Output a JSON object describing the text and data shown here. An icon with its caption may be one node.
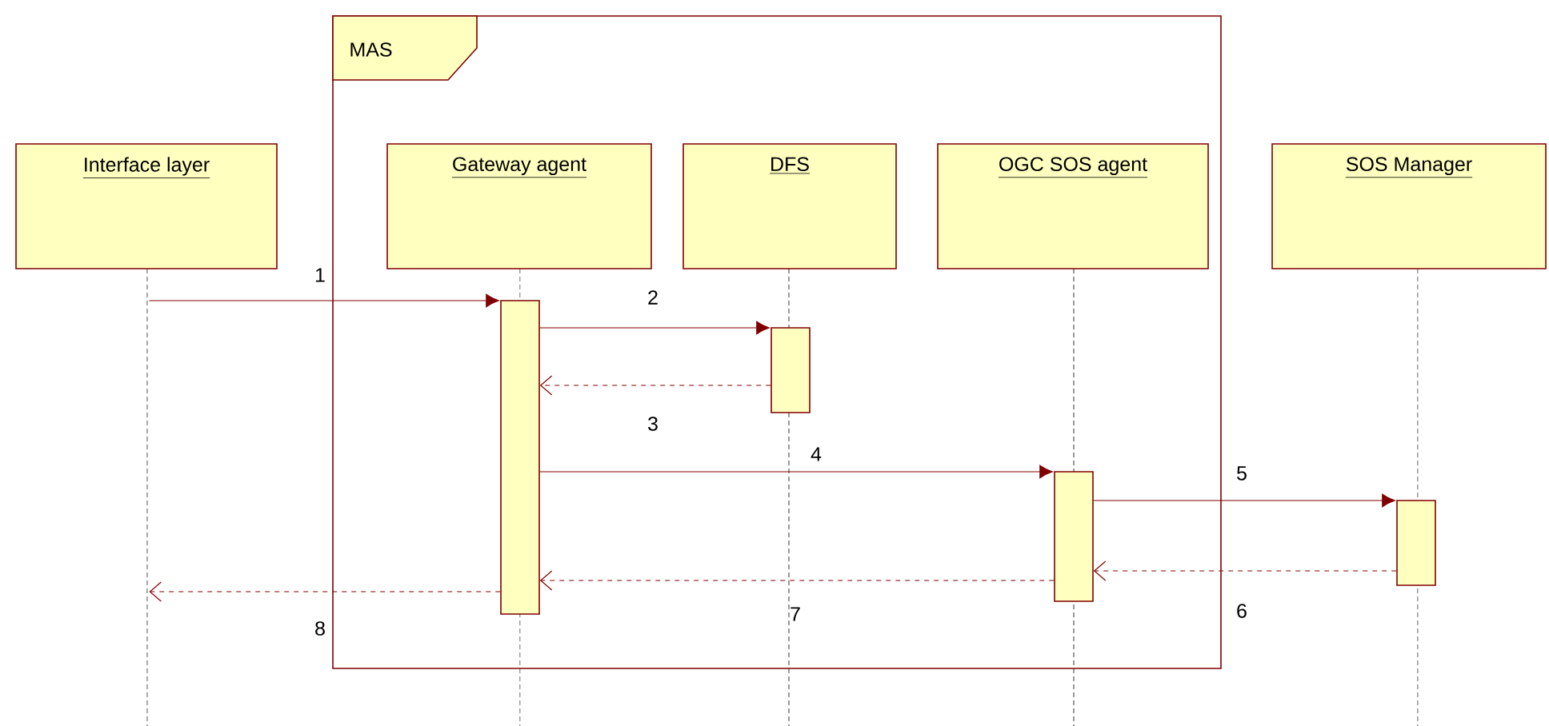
{
  "diagram": {
    "nodes": [
      {
        "text": [
          "MAS"
        ]
      },
      {
        "text": [
          "Interface layer"
        ]
      },
      {
        "text": [
          "Gateway agent"
        ],
        "in": 0
      },
      {
        "text": [
          "DFS"
        ],
        "in": 0
      },
      {
        "text": [
          "OGC SOS agent"
        ],
        "in": 0
      },
      {
        "text": [
          "SOS Manager"
        ]
      },
      {
        "text": [],
        "shape": "bar",
        "in": 0
      },
      {
        "text": [],
        "shape": "bar",
        "in": 0
      },
      {
        "text": [],
        "shape": "bar",
        "in": 0
      },
      {
        "text": [],
        "shape": "bar"
      },
      {
        "text": [],
        "shape": "line"
      },
      {
        "text": [],
        "shape": "line"
      },
      {
        "text": [],
        "shape": "line"
      },
      {
        "text": [],
        "shape": "line"
      },
      {
        "text": [],
        "shape": "line"
      }
    ],
    "edges": [
      {
        "from": 10,
        "to": 6,
        "arrow": "to",
        "label": "1"
      },
      {
        "from": 6,
        "to": 7,
        "arrow": "to",
        "label": "2"
      },
      {
        "from": 7,
        "to": 6,
        "arrow": "to",
        "label": "3",
        "style": "dashed"
      },
      {
        "from": 6,
        "to": 8,
        "arrow": "to",
        "label": "4"
      },
      {
        "from": 8,
        "to": 9,
        "arrow": "to",
        "label": "5"
      },
      {
        "from": 9,
        "to": 8,
        "arrow": "to",
        "label": "6",
        "style": "dashed"
      },
      {
        "from": 8,
        "to": 6,
        "arrow": "to",
        "label": "7",
        "style": "dashed"
      },
      {
        "from": 6,
        "to": 10,
        "arrow": "to",
        "label": "8",
        "style": "dashed"
      }
    ]
  }
}
